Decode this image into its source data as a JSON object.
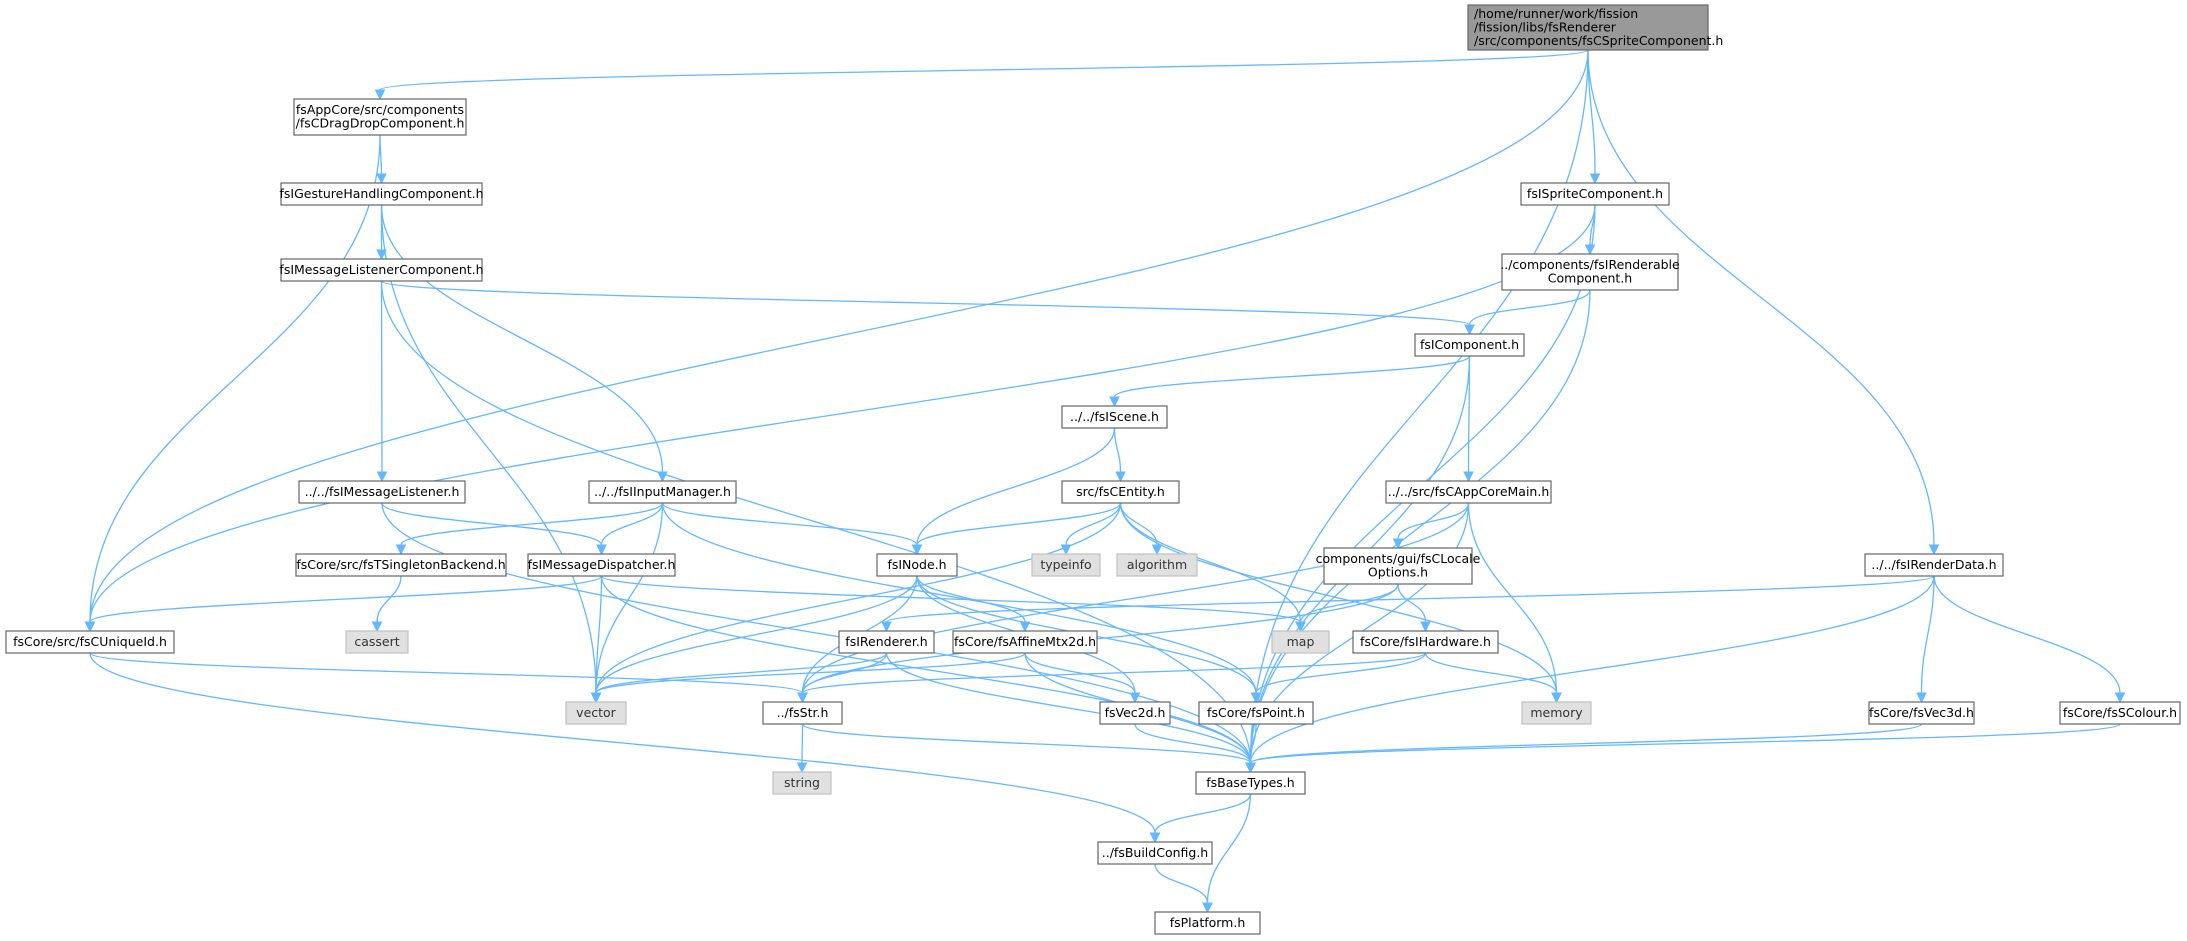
{
  "graph": {
    "nodes": [
      {
        "id": "root",
        "kind": "root",
        "lines": [
          "/home/runner/work/fission",
          "/fission/libs/fsRenderer",
          "/src/components/fsCSpriteComponent.h"
        ]
      },
      {
        "id": "dragdrop",
        "kind": "file",
        "lines": [
          "fsAppCore/src/components",
          "/fsCDragDropComponent.h"
        ]
      },
      {
        "id": "gesture",
        "kind": "file",
        "lines": [
          "fsIGestureHandlingComponent.h"
        ]
      },
      {
        "id": "msglistcomp",
        "kind": "file",
        "lines": [
          "fsIMessageListenerComponent.h"
        ]
      },
      {
        "id": "sprite",
        "kind": "file",
        "lines": [
          "fsISpriteComponent.h"
        ]
      },
      {
        "id": "renderable",
        "kind": "file",
        "lines": [
          "../components/fsIRenderable",
          "Component.h"
        ]
      },
      {
        "id": "component",
        "kind": "file",
        "lines": [
          "fsIComponent.h"
        ]
      },
      {
        "id": "scene",
        "kind": "file",
        "lines": [
          "../../fsIScene.h"
        ]
      },
      {
        "id": "entity",
        "kind": "file",
        "lines": [
          "src/fsCEntity.h"
        ]
      },
      {
        "id": "appcoremain",
        "kind": "file",
        "lines": [
          "../../src/fsCAppCoreMain.h"
        ]
      },
      {
        "id": "msglistener",
        "kind": "file",
        "lines": [
          "../../fsIMessageListener.h"
        ]
      },
      {
        "id": "inputmgr",
        "kind": "file",
        "lines": [
          "../../fsIInputManager.h"
        ]
      },
      {
        "id": "singleton",
        "kind": "file",
        "lines": [
          "fsCore/src/fsTSingletonBackend.h"
        ]
      },
      {
        "id": "dispatcher",
        "kind": "file",
        "lines": [
          "fsIMessageDispatcher.h"
        ]
      },
      {
        "id": "inode",
        "kind": "file",
        "lines": [
          "fsINode.h"
        ]
      },
      {
        "id": "typeinfo",
        "kind": "std",
        "lines": [
          "typeinfo"
        ]
      },
      {
        "id": "algorithm",
        "kind": "std",
        "lines": [
          "algorithm"
        ]
      },
      {
        "id": "locale",
        "kind": "file",
        "lines": [
          "components/gui/fsCLocale",
          "Options.h"
        ]
      },
      {
        "id": "renderdata",
        "kind": "file",
        "lines": [
          "../../fsIRenderData.h"
        ]
      },
      {
        "id": "uniqueid",
        "kind": "file",
        "lines": [
          "fsCore/src/fsCUniqueId.h"
        ]
      },
      {
        "id": "cassert",
        "kind": "std",
        "lines": [
          "cassert"
        ]
      },
      {
        "id": "renderer",
        "kind": "file",
        "lines": [
          "fsIRenderer.h"
        ]
      },
      {
        "id": "affine",
        "kind": "file",
        "lines": [
          "fsCore/fsAffineMtx2d.h"
        ]
      },
      {
        "id": "map",
        "kind": "std",
        "lines": [
          "map"
        ]
      },
      {
        "id": "hardware",
        "kind": "file",
        "lines": [
          "fsCore/fsIHardware.h"
        ]
      },
      {
        "id": "vector",
        "kind": "std",
        "lines": [
          "vector"
        ]
      },
      {
        "id": "fsstr",
        "kind": "file",
        "lines": [
          "../fsStr.h"
        ]
      },
      {
        "id": "vec2d",
        "kind": "file",
        "lines": [
          "fsVec2d.h"
        ]
      },
      {
        "id": "point",
        "kind": "file",
        "lines": [
          "fsCore/fsPoint.h"
        ]
      },
      {
        "id": "memory",
        "kind": "std",
        "lines": [
          "memory"
        ]
      },
      {
        "id": "vec3d",
        "kind": "file",
        "lines": [
          "fsCore/fsVec3d.h"
        ]
      },
      {
        "id": "colour",
        "kind": "file",
        "lines": [
          "fsCore/fsSColour.h"
        ]
      },
      {
        "id": "string",
        "kind": "std",
        "lines": [
          "string"
        ]
      },
      {
        "id": "basetypes",
        "kind": "file",
        "lines": [
          "fsBaseTypes.h"
        ]
      },
      {
        "id": "buildconfig",
        "kind": "file",
        "lines": [
          "../fsBuildConfig.h"
        ]
      },
      {
        "id": "platform",
        "kind": "file",
        "lines": [
          "fsPlatform.h"
        ]
      }
    ],
    "edges": [
      [
        "root",
        "dragdrop"
      ],
      [
        "root",
        "uniqueid"
      ],
      [
        "root",
        "sprite"
      ],
      [
        "root",
        "basetypes"
      ],
      [
        "root",
        "renderdata"
      ],
      [
        "dragdrop",
        "gesture"
      ],
      [
        "dragdrop",
        "uniqueid"
      ],
      [
        "gesture",
        "msglistcomp"
      ],
      [
        "gesture",
        "inputmgr"
      ],
      [
        "gesture",
        "vector"
      ],
      [
        "msglistcomp",
        "msglistener"
      ],
      [
        "msglistcomp",
        "component"
      ],
      [
        "msglistcomp",
        "basetypes"
      ],
      [
        "sprite",
        "renderable"
      ],
      [
        "sprite",
        "uniqueid"
      ],
      [
        "sprite",
        "basetypes"
      ],
      [
        "renderable",
        "component"
      ],
      [
        "renderable",
        "basetypes"
      ],
      [
        "component",
        "scene"
      ],
      [
        "component",
        "appcoremain"
      ],
      [
        "component",
        "basetypes"
      ],
      [
        "scene",
        "entity"
      ],
      [
        "scene",
        "inode"
      ],
      [
        "entity",
        "inode"
      ],
      [
        "entity",
        "typeinfo"
      ],
      [
        "entity",
        "algorithm"
      ],
      [
        "entity",
        "map"
      ],
      [
        "entity",
        "memory"
      ],
      [
        "entity",
        "vector"
      ],
      [
        "appcoremain",
        "locale"
      ],
      [
        "appcoremain",
        "fsstr"
      ],
      [
        "appcoremain",
        "memory"
      ],
      [
        "appcoremain",
        "basetypes"
      ],
      [
        "msglistener",
        "dispatcher"
      ],
      [
        "msglistener",
        "basetypes"
      ],
      [
        "inputmgr",
        "singleton"
      ],
      [
        "inputmgr",
        "dispatcher"
      ],
      [
        "inputmgr",
        "inode"
      ],
      [
        "inputmgr",
        "point"
      ],
      [
        "inputmgr",
        "vector"
      ],
      [
        "singleton",
        "cassert"
      ],
      [
        "dispatcher",
        "uniqueid"
      ],
      [
        "dispatcher",
        "map"
      ],
      [
        "dispatcher",
        "vector"
      ],
      [
        "dispatcher",
        "basetypes"
      ],
      [
        "inode",
        "affine"
      ],
      [
        "inode",
        "vec2d"
      ],
      [
        "inode",
        "point"
      ],
      [
        "inode",
        "fsstr"
      ],
      [
        "inode",
        "vector"
      ],
      [
        "locale",
        "map"
      ],
      [
        "locale",
        "hardware"
      ],
      [
        "locale",
        "fsstr"
      ],
      [
        "renderdata",
        "renderer"
      ],
      [
        "renderdata",
        "vec3d"
      ],
      [
        "renderdata",
        "colour"
      ],
      [
        "renderdata",
        "basetypes"
      ],
      [
        "uniqueid",
        "fsstr"
      ],
      [
        "uniqueid",
        "buildconfig"
      ],
      [
        "renderer",
        "fsstr"
      ],
      [
        "renderer",
        "vector"
      ],
      [
        "renderer",
        "basetypes"
      ],
      [
        "affine",
        "vec2d"
      ],
      [
        "affine",
        "vector"
      ],
      [
        "affine",
        "basetypes"
      ],
      [
        "hardware",
        "fsstr"
      ],
      [
        "hardware",
        "point"
      ],
      [
        "hardware",
        "memory"
      ],
      [
        "fsstr",
        "string"
      ],
      [
        "fsstr",
        "basetypes"
      ],
      [
        "vec2d",
        "basetypes"
      ],
      [
        "point",
        "basetypes"
      ],
      [
        "vec3d",
        "basetypes"
      ],
      [
        "colour",
        "basetypes"
      ],
      [
        "basetypes",
        "buildconfig"
      ],
      [
        "basetypes",
        "platform"
      ],
      [
        "buildconfig",
        "platform"
      ]
    ]
  }
}
